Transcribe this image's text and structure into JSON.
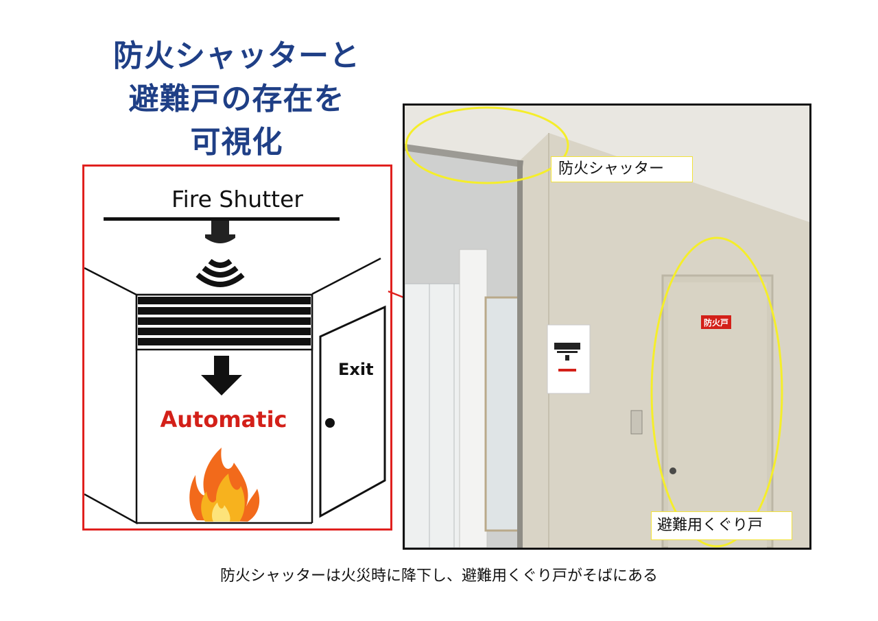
{
  "title": {
    "line1": "防火シャッターと",
    "line2": "避難戸の存在を",
    "line3": "可視化"
  },
  "illustration": {
    "fire_shutter_label": "Fire Shutter",
    "exit_label": "Exit",
    "automatic_label": "Automatic",
    "colors": {
      "frame": "#e0201e",
      "automatic_text": "#d32019"
    },
    "icons": [
      "ceiling-sensor-icon",
      "wireless-signal-icon",
      "down-arrow-icon",
      "flame-icon",
      "door-knob-icon"
    ]
  },
  "photo": {
    "callout_shutter": "防火シャッター",
    "callout_door": "避難用くぐり戸",
    "door_sign": "防火戸",
    "highlight_color": "#f5ee2a"
  },
  "caption": "防火シャッターは火災時に降下し、避難用くぐり戸がそばにある"
}
